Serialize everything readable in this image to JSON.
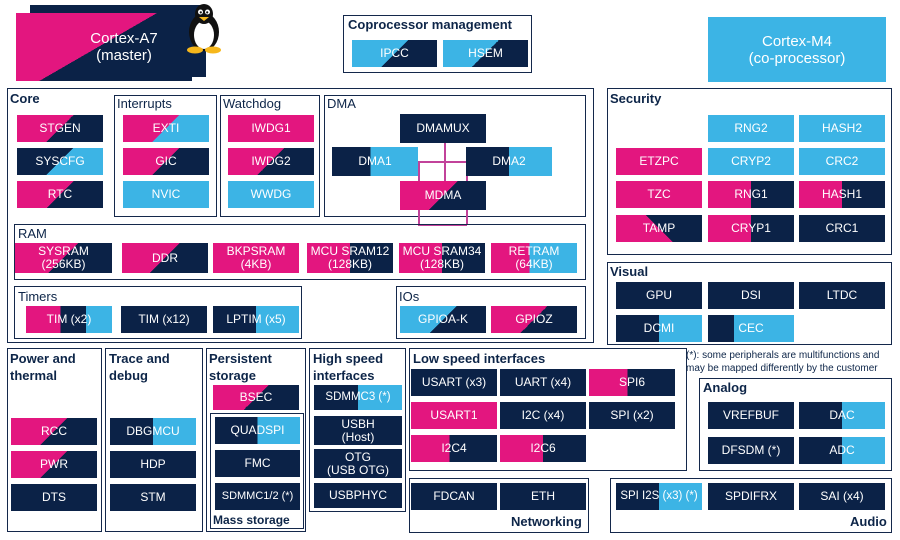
{
  "cores": {
    "a7": {
      "name": "Cortex-A7",
      "role": "(master)"
    },
    "m4": {
      "name": "Cortex-M4",
      "role": "(co-processor)"
    }
  },
  "icons": {
    "a7_logo": "linux-penguin-icon"
  },
  "colors": {
    "dark": "#0b2247",
    "cyan": "#3cb4e5",
    "magenta": "#e3167f"
  },
  "coproc": {
    "title": "Coprocessor management",
    "ipcc": "IPCC",
    "hsem": "HSEM"
  },
  "core": {
    "title": "Core",
    "stgen": "STGEN",
    "syscfg": "SYSCFG",
    "rtc": "RTC"
  },
  "interrupts": {
    "title": "Interrupts",
    "exti": "EXTI",
    "gic": "GIC",
    "nvic": "NVIC"
  },
  "watchdog": {
    "title": "Watchdog",
    "iwdg1": "IWDG1",
    "iwdg2": "IWDG2",
    "wwdg": "WWDG"
  },
  "dma": {
    "title": "DMA",
    "dmamux": "DMAMUX",
    "dma1": "DMA1",
    "dma2": "DMA2",
    "mdma": "MDMA"
  },
  "ram": {
    "title": "RAM",
    "sysram": "SYSRAM",
    "sysram_size": "(256KB)",
    "ddr": "DDR",
    "bkpsram": "BKPSRAM",
    "bkpsram_size": "(4KB)",
    "mcu_sram12": "MCU SRAM12",
    "mcu_sram12_size": "(128KB)",
    "mcu_sram34": "MCU SRAM34",
    "mcu_sram34_size": "(128KB)",
    "retram": "RETRAM",
    "retram_size": "(64KB)"
  },
  "timers": {
    "title": "Timers",
    "tim2": "TIM (x2)",
    "tim12": "TIM (x12)",
    "lptim": "LPTIM (x5)"
  },
  "ios": {
    "title": "IOs",
    "gpioa": "GPIOA-K",
    "gpioz": "GPIOZ"
  },
  "security": {
    "title": "Security",
    "rng2": "RNG2",
    "hash2": "HASH2",
    "etzpc": "ETZPC",
    "cryp2": "CRYP2",
    "crc2": "CRC2",
    "tzc": "TZC",
    "rng1": "RNG1",
    "hash1": "HASH1",
    "tamp": "TAMP",
    "cryp1": "CRYP1",
    "crc1": "CRC1"
  },
  "visual": {
    "title": "Visual",
    "gpu": "GPU",
    "dsi": "DSI",
    "ltdc": "LTDC",
    "dcmi": "DCMI",
    "cec": "CEC"
  },
  "note": {
    "line1": "(*): some peripherals are multifunctions and",
    "line2": "may be mapped differently by the customer"
  },
  "power": {
    "title1": "Power and",
    "title2": "thermal",
    "rcc": "RCC",
    "pwr": "PWR",
    "dts": "DTS"
  },
  "trace": {
    "title1": "Trace and",
    "title2": "debug",
    "dbgmcu": "DBGMCU",
    "hdp": "HDP",
    "stm": "STM"
  },
  "persistent": {
    "title1": "Persistent",
    "title2": "storage",
    "bsec": "BSEC",
    "quadspi": "QUADSPI",
    "fmc": "FMC",
    "sdmmc12": "SDMMC1/2 (*)",
    "mass_title": "Mass storage"
  },
  "highspeed": {
    "title1": "High speed",
    "title2": "interfaces",
    "sdmmc3": "SDMMC3 (*)",
    "usbh": "USBH",
    "usbh_sub": "(Host)",
    "otg": "OTG",
    "otg_sub": "(USB OTG)",
    "usbphyc": "USBPHYC"
  },
  "lowspeed": {
    "title": "Low speed interfaces",
    "usart3": "USART (x3)",
    "uart4": "UART (x4)",
    "spi6": "SPI6",
    "usart1": "USART1",
    "i2c4x": "I2C (x4)",
    "spi2": "SPI (x2)",
    "i2c4": "I2C4",
    "i2c6": "I2C6"
  },
  "analog": {
    "title": "Analog",
    "vrefbuf": "VREFBUF",
    "dac": "DAC",
    "dfsdm": "DFSDM (*)",
    "adc": "ADC"
  },
  "networking": {
    "title": "Networking",
    "fdcan": "FDCAN",
    "eth": "ETH"
  },
  "audio": {
    "title": "Audio",
    "spii2s": "SPI I2S (x3) (*)",
    "spdifrx": "SPDIFRX",
    "sai": "SAI (x4)"
  }
}
